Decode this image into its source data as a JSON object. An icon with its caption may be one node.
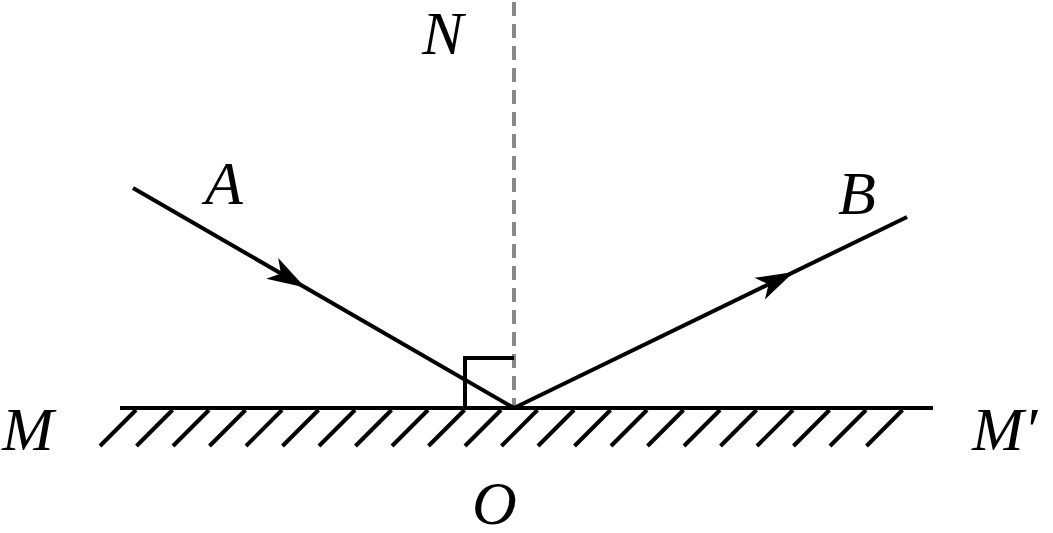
{
  "diagram": {
    "labels": [
      "N",
      "A",
      "B",
      "M",
      "M′",
      "O"
    ]
  }
}
